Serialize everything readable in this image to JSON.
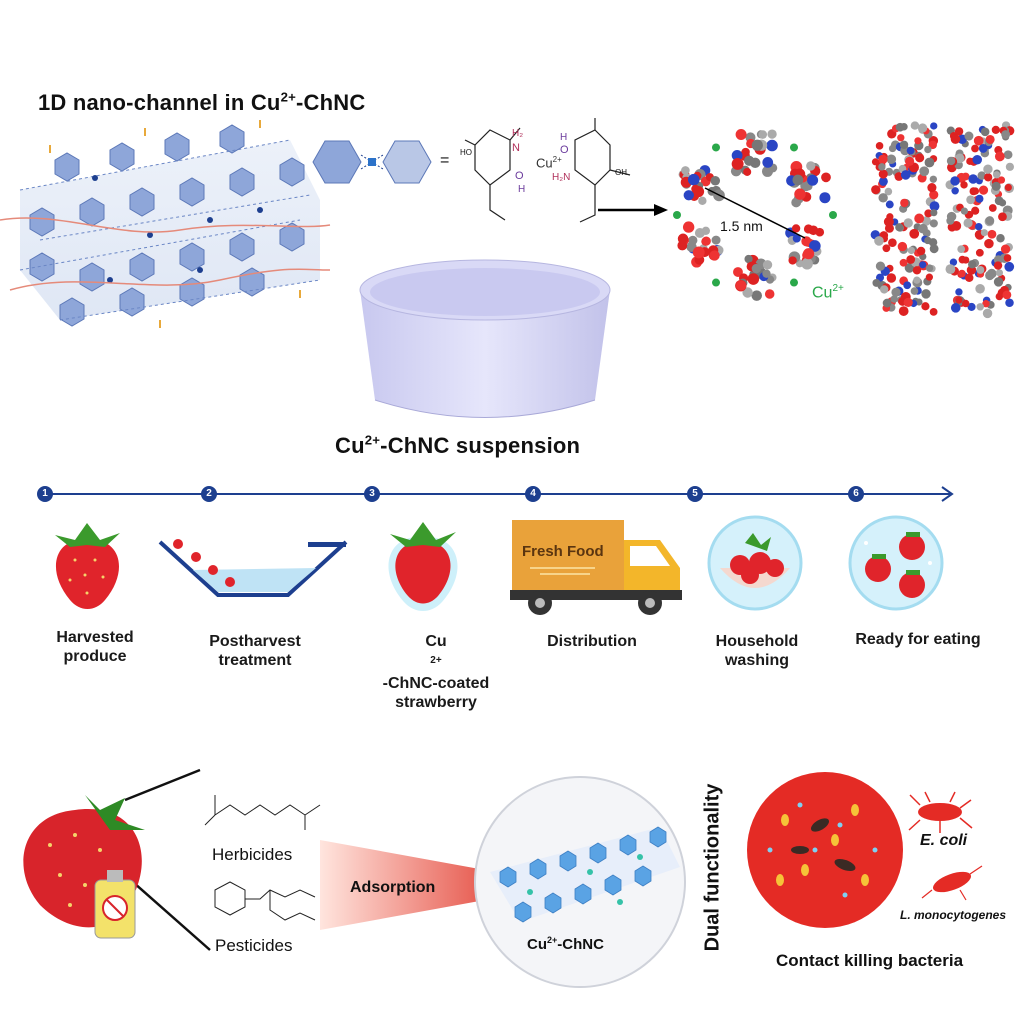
{
  "top": {
    "title_main": "1D nano-channel in Cu",
    "title_sup": "2+",
    "title_suffix": "-ChNC",
    "equals": "=",
    "pore_size": "1.5 nm",
    "cu_main": "Cu",
    "cu_sup": "2+",
    "suspension_main": "Cu",
    "suspension_sup": "2+",
    "suspension_suffix": "-ChNC suspension",
    "chem_labels": {
      "h2n_top": "H₂",
      "n": "N",
      "cu": "Cu",
      "cu_sup": "2+",
      "h_top": "H",
      "o_top": "O",
      "o_left": "O",
      "h_left": "H",
      "h2n_bottom": "H₂N",
      "ho": "HO",
      "oh": "OH"
    }
  },
  "timeline": {
    "steps": [
      {
        "num": "1",
        "line1": "Harvested",
        "line2": "produce"
      },
      {
        "num": "2",
        "line1": "Postharvest",
        "line2": "treatment"
      },
      {
        "num": "3",
        "line1_main": "Cu",
        "line1_sup": "2+",
        "line1_suffix": "-ChNC-coated",
        "line2": "strawberry"
      },
      {
        "num": "4",
        "line1": "Distribution",
        "line2": ""
      },
      {
        "num": "5",
        "line1": "Household",
        "line2": "washing"
      },
      {
        "num": "6",
        "line1": "Ready for eating",
        "line2": ""
      }
    ],
    "truck_text": "Fresh Food",
    "colors": {
      "line": "#1d3f8f",
      "strawberry": "#e0242b",
      "truck_box": "#e9a23a"
    }
  },
  "bottom": {
    "herbicides": "Herbicides",
    "pesticides": "Pesticides",
    "adsorption": "Adsorption",
    "channel_main": "Cu",
    "channel_sup": "2+",
    "channel_suffix": "-ChNC",
    "dual": "Dual functionality",
    "ecoli": "E. coli",
    "listeria": "L. monocytogenes",
    "contact": "Contact killing bacteria"
  }
}
